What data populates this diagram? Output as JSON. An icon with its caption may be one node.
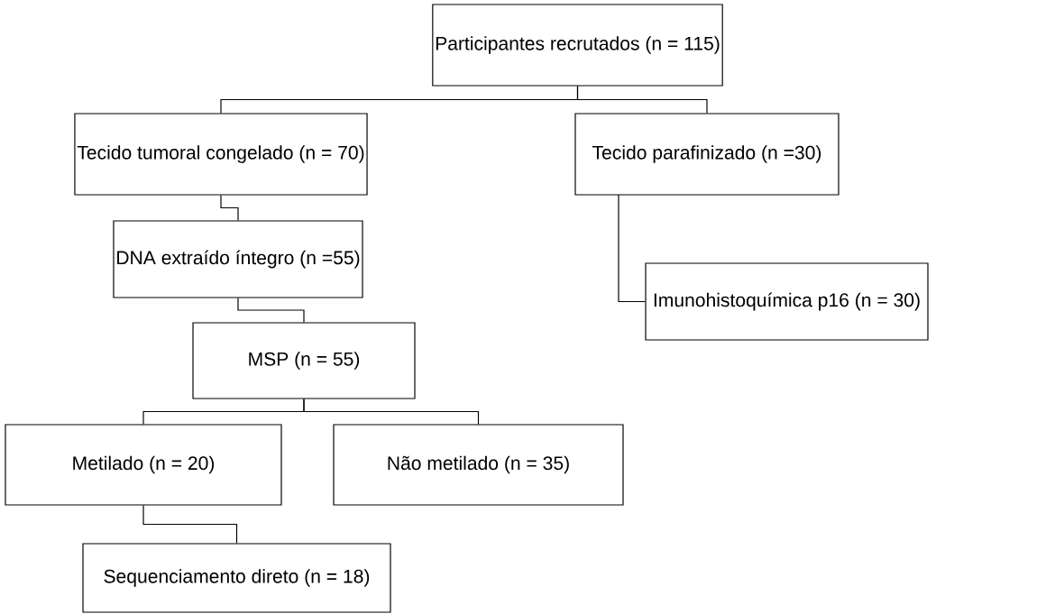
{
  "diagram": {
    "nodes": [
      {
        "text": [
          "Participantes recrutados (n = 115)"
        ]
      },
      {
        "text": [
          "Tecido tumoral congelado (n = 70)"
        ]
      },
      {
        "text": [
          "Tecido parafinizado (n =30)"
        ]
      },
      {
        "text": [
          "DNA extraído íntegro (n =55)"
        ]
      },
      {
        "text": [
          "Imunohistoquímica p16 (n = 30)"
        ]
      },
      {
        "text": [
          "MSP (n = 55)"
        ]
      },
      {
        "text": [
          "Metilado (n = 20)"
        ]
      },
      {
        "text": [
          "Não metilado (n =  35)"
        ]
      },
      {
        "text": [
          "Sequenciamento direto (n = 18)"
        ]
      }
    ],
    "edges": [
      {
        "from": 0,
        "to": 1,
        "arrow": "none"
      },
      {
        "from": 0,
        "to": 2,
        "arrow": "none"
      },
      {
        "from": 1,
        "to": 3,
        "arrow": "none"
      },
      {
        "from": 2,
        "to": 4,
        "arrow": "none"
      },
      {
        "from": 3,
        "to": 5,
        "arrow": "none"
      },
      {
        "from": 5,
        "to": 6,
        "arrow": "none"
      },
      {
        "from": 5,
        "to": 7,
        "arrow": "none"
      },
      {
        "from": 6,
        "to": 8,
        "arrow": "none"
      }
    ]
  }
}
